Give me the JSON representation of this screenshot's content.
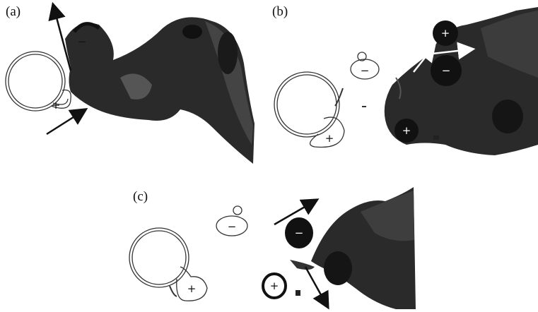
{
  "panels": [
    {
      "id": "a",
      "label": "(a)",
      "signs": [
        "−",
        "+"
      ]
    },
    {
      "id": "b",
      "label": "(b)",
      "signs": [
        "+",
        "−",
        "−",
        "+",
        "+"
      ]
    },
    {
      "id": "c",
      "label": "(c)",
      "signs": [
        "−",
        "−",
        "+",
        "+"
      ]
    }
  ],
  "colors": {
    "vortex": "#2a2a2a",
    "vortex_shade": "#4a4a4a",
    "outline": "#333333",
    "background": "#ffffff"
  }
}
